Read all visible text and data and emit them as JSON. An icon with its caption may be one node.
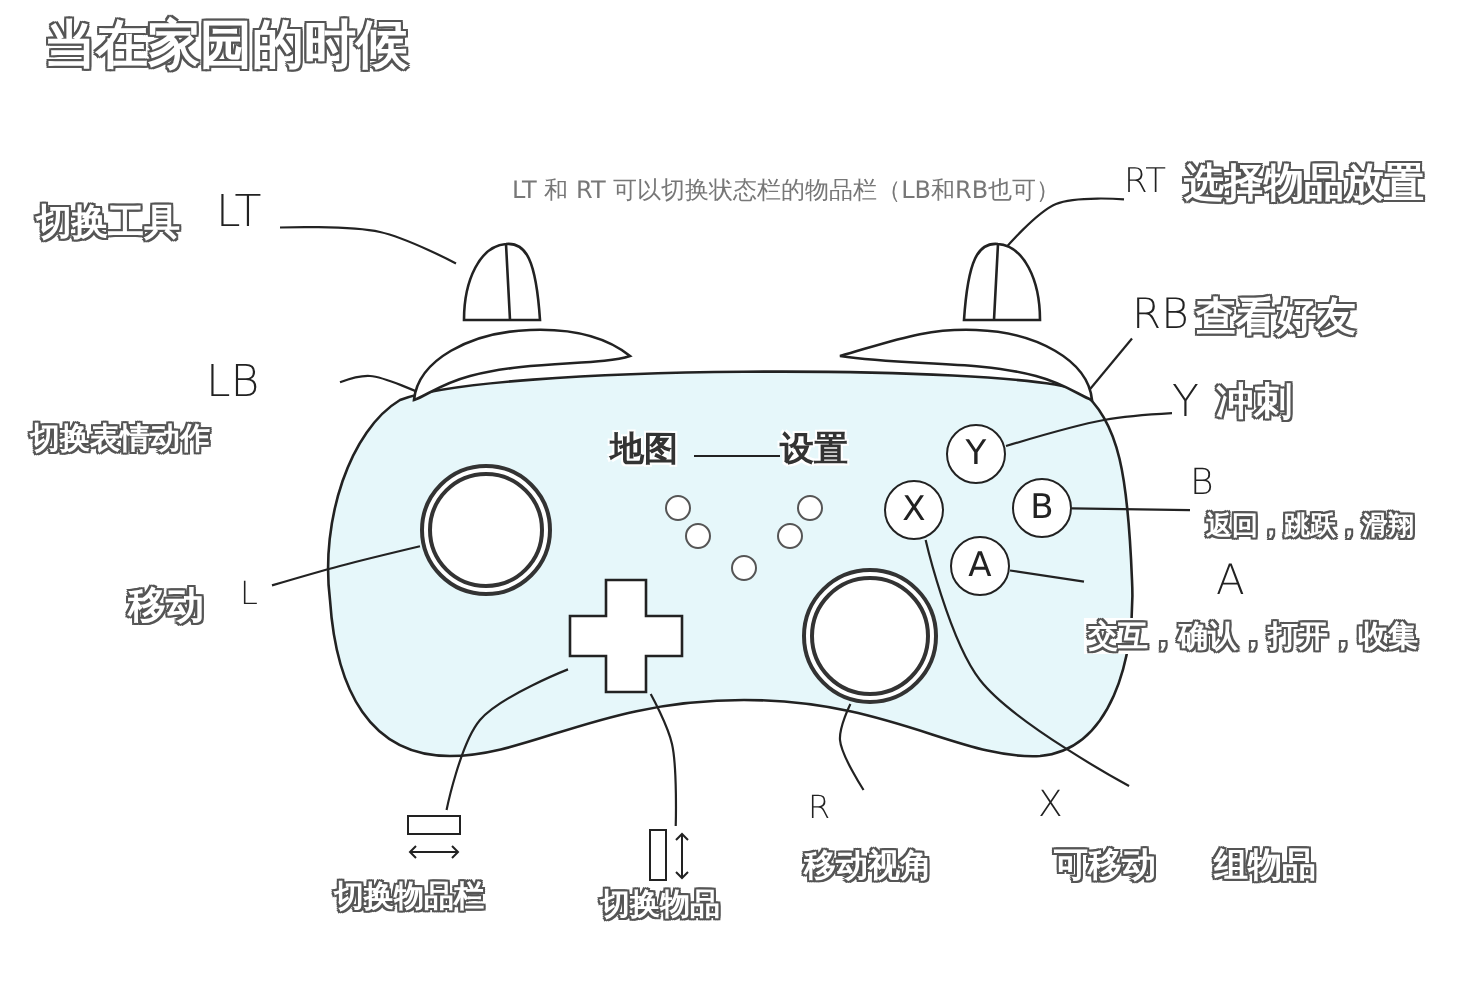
{
  "diagram": {
    "title": "当在家园的时候",
    "nodes": [
      {
        "text": [
          "切换工具",
          "LT"
        ]
      },
      {
        "text": [
          "LB",
          "切换表情动作"
        ]
      },
      {
        "text": [
          "RT",
          "选择物品放置"
        ]
      },
      {
        "text": [
          "RB",
          "查看好友"
        ]
      },
      {
        "text": [
          "Y",
          "冲刺"
        ]
      },
      {
        "text": [
          "B",
          "返回，跳跃，滑翔"
        ]
      },
      {
        "text": [
          "A",
          "交互，确认，打开，收集"
        ]
      },
      {
        "text": [
          "移动",
          "L"
        ]
      },
      {
        "text": [
          "R",
          "移动视角"
        ]
      },
      {
        "text": [
          "X",
          "可移动",
          "组物品"
        ]
      },
      {
        "text": [
          "切换物品栏"
        ]
      },
      {
        "text": [
          "切换物品"
        ]
      },
      {
        "text": [
          "地图"
        ]
      },
      {
        "text": [
          "设置"
        ]
      },
      {
        "text": [],
        "shape": "trigger"
      },
      {
        "text": [],
        "shape": "trigger"
      },
      {
        "text": [],
        "shape": "bumper"
      },
      {
        "text": [],
        "shape": "bumper"
      },
      {
        "text": [
          "Y"
        ]
      },
      {
        "text": [
          "B"
        ]
      },
      {
        "text": [
          "X"
        ]
      },
      {
        "text": [
          "A"
        ]
      },
      {
        "text": [],
        "shape": "circle"
      },
      {
        "text": [],
        "shape": "circle"
      },
      {
        "text": [],
        "shape": "cross"
      }
    ],
    "edges": [
      {
        "from": 0,
        "to": 14,
        "arrow": "none"
      },
      {
        "from": 1,
        "to": 16,
        "arrow": "none"
      },
      {
        "from": 2,
        "to": 15,
        "arrow": "none"
      },
      {
        "from": 3,
        "to": 17,
        "arrow": "none"
      },
      {
        "from": 4,
        "to": 18,
        "arrow": "none"
      },
      {
        "from": 5,
        "to": 19,
        "arrow": "none"
      },
      {
        "from": 6,
        "to": 21,
        "arrow": "none"
      },
      {
        "from": 7,
        "to": 22,
        "arrow": "none"
      },
      {
        "from": 8,
        "to": 23,
        "arrow": "none"
      },
      {
        "from": 9,
        "to": 20,
        "arrow": "none"
      },
      {
        "from": 10,
        "to": 24,
        "arrow": "none"
      },
      {
        "from": 11,
        "to": 24,
        "arrow": "none"
      },
      {
        "from": 12,
        "to": 13,
        "arrow": "none"
      }
    ],
    "labels": [
      "LT 和 RT 可以切换状态栏的物品栏（LB和RB也可）"
    ]
  }
}
